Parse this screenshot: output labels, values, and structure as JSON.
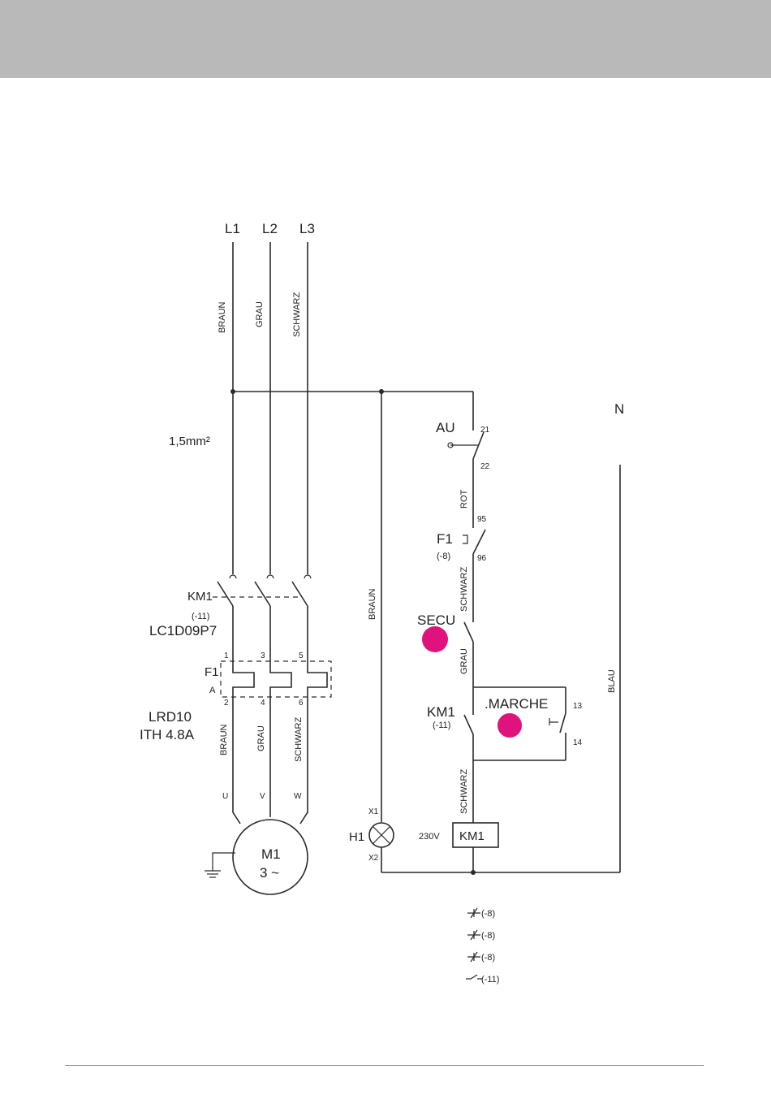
{
  "phases": [
    "L1",
    "L2",
    "L3"
  ],
  "neutral": "N",
  "wire_colors": {
    "braun": "BRAUN",
    "grau": "GRAU",
    "schwarz": "SCHWARZ",
    "rot": "ROT",
    "blau": "BLAU"
  },
  "cross_section": "1,5mm²",
  "contactor": {
    "name": "KM1",
    "ref": "(-11)",
    "model": "LC1D09P7",
    "coil_voltage": "230V"
  },
  "overload": {
    "name": "F1",
    "terminal_a": "A",
    "model": "LRD10",
    "rating": "ITH 4.8A",
    "ref": "(-8)",
    "top_terminals": [
      "1",
      "3",
      "5"
    ],
    "bottom_terminals": [
      "2",
      "4",
      "6"
    ]
  },
  "motor": {
    "name": "M1",
    "phases": "3 ~",
    "terminals": [
      "U",
      "V",
      "W"
    ]
  },
  "emergency_stop": {
    "name": "AU",
    "contacts": [
      "21",
      "22"
    ]
  },
  "overload_contact": {
    "contacts": [
      "95",
      "96"
    ]
  },
  "secu": {
    "label": "SECU",
    "marker_color": "#e0127d"
  },
  "start": {
    "label": ".MARCHE",
    "contacts": [
      "13",
      "14"
    ],
    "marker_color": "#e0127d"
  },
  "lamp": {
    "name": "H1",
    "terminals": [
      "X1",
      "X2"
    ]
  },
  "contact_list": [
    "(-8)",
    "(-8)",
    "(-8)",
    "(-11)"
  ],
  "colors": {
    "header": "#b9b9b9",
    "marker": "#e0127d",
    "line": "#2a2a2a"
  }
}
